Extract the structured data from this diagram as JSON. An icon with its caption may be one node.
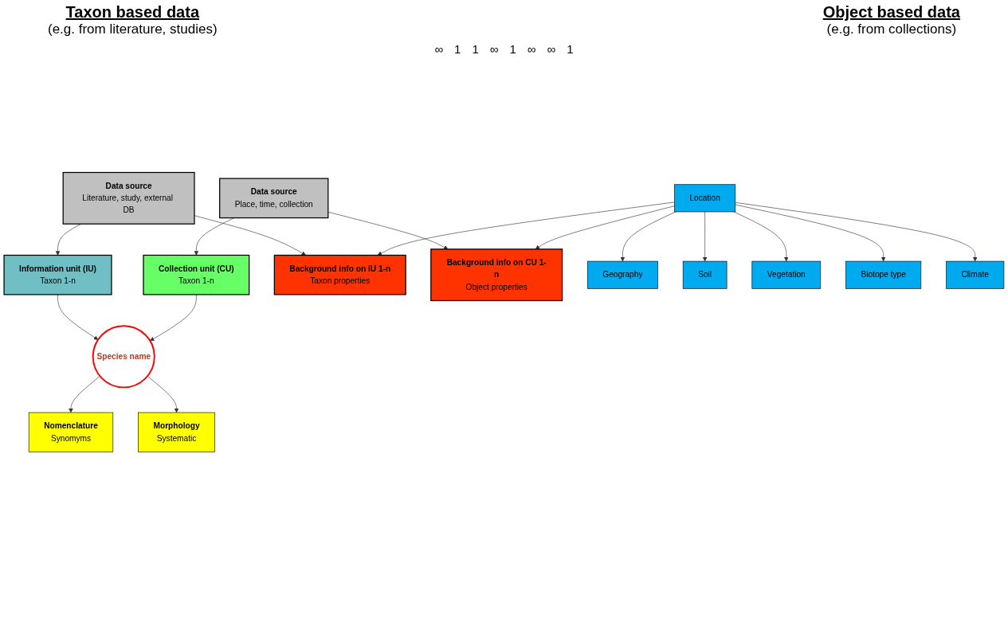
{
  "diagram": {
    "nodes": [
      {
        "text": [
          "Information unit (IU)",
          "Taxon 1-n"
        ]
      },
      {
        "text": [
          "Nomenclature",
          "Synomyms"
        ]
      },
      {
        "text": [
          "Species name"
        ]
      },
      {
        "text": [
          "Collection unit (CU)",
          "Taxon 1-n"
        ]
      },
      {
        "text": [
          "Morphology",
          "Systematic"
        ]
      },
      {
        "text": [
          "Data source",
          "Literature, study, external DB"
        ]
      },
      {
        "text": [
          "Data source",
          "Place, time, collection"
        ]
      },
      {
        "text": [
          "Background info on IU 1-n",
          "Taxon properties"
        ]
      },
      {
        "text": [
          "Location"
        ]
      },
      {
        "text": [
          "Background info on CU 1-n",
          "Object properties"
        ]
      },
      {
        "text": [
          "Geography"
        ]
      },
      {
        "text": [
          "Soil"
        ]
      },
      {
        "text": [
          "Vegetation"
        ]
      },
      {
        "text": [
          "Biotope type"
        ]
      },
      {
        "text": [
          "Climate"
        ]
      }
    ],
    "edges": [
      {
        "from": 2,
        "to": 1,
        "arrow": "to"
      },
      {
        "from": 0,
        "to": 2,
        "arrow": "to"
      },
      {
        "from": 3,
        "to": 2,
        "arrow": "to"
      },
      {
        "from": 2,
        "to": 4,
        "arrow": "to"
      },
      {
        "from": 5,
        "to": 0,
        "arrow": "to"
      },
      {
        "from": 6,
        "to": 3,
        "arrow": "to"
      },
      {
        "from": 5,
        "to": 7,
        "arrow": "to"
      },
      {
        "from": 6,
        "to": 9,
        "arrow": "to"
      },
      {
        "from": 8,
        "to": 7,
        "arrow": "to"
      },
      {
        "from": 8,
        "to": 9,
        "arrow": "to"
      },
      {
        "from": 8,
        "to": 10,
        "arrow": "to"
      },
      {
        "from": 8,
        "to": 11,
        "arrow": "to"
      },
      {
        "from": 8,
        "to": 12,
        "arrow": "to"
      },
      {
        "from": 8,
        "to": 13,
        "arrow": "to"
      },
      {
        "from": 8,
        "to": 14,
        "arrow": "to"
      }
    ],
    "labels": [
      "Taxon based data",
      "(e.g. from literature, studies)",
      "Object based data",
      "(e.g. from collections)",
      "∞",
      "1",
      "1",
      "∞",
      "1",
      "∞",
      "∞",
      "1"
    ]
  }
}
